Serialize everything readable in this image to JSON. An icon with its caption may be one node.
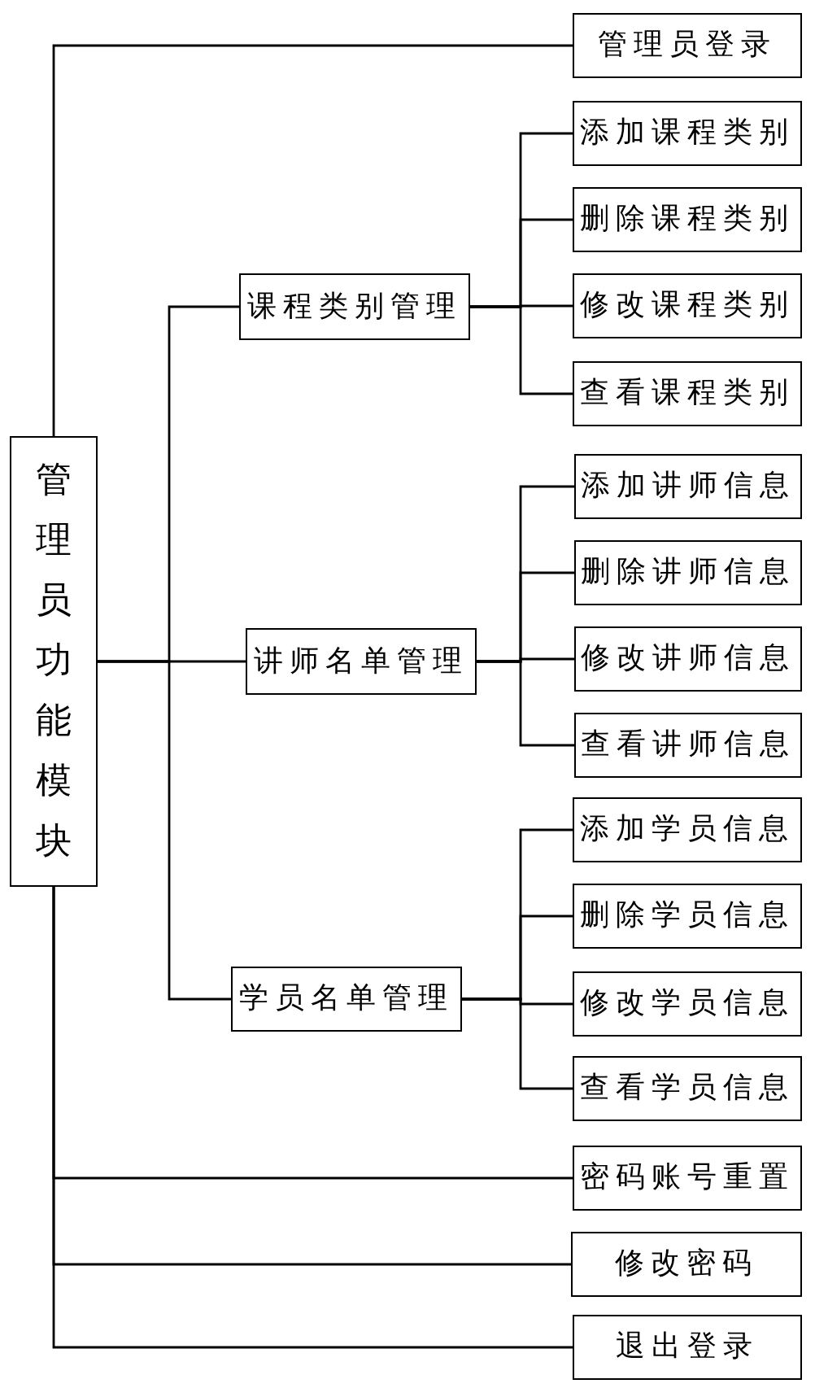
{
  "diagram": {
    "nodes": [
      {
        "text": [
          "管理员功能模块"
        ]
      },
      {
        "text": [
          "管理员登录"
        ]
      },
      {
        "text": [
          "课程类别管理"
        ]
      },
      {
        "text": [
          "添加课程类别"
        ]
      },
      {
        "text": [
          "删除课程类别"
        ]
      },
      {
        "text": [
          "修改课程类别"
        ]
      },
      {
        "text": [
          "查看课程类别"
        ]
      },
      {
        "text": [
          "讲师名单管理"
        ]
      },
      {
        "text": [
          "添加讲师信息"
        ]
      },
      {
        "text": [
          "删除讲师信息"
        ]
      },
      {
        "text": [
          "修改讲师信息"
        ]
      },
      {
        "text": [
          "查看讲师信息"
        ]
      },
      {
        "text": [
          "学员名单管理"
        ]
      },
      {
        "text": [
          "添加学员信息"
        ]
      },
      {
        "text": [
          "删除学员信息"
        ]
      },
      {
        "text": [
          "修改学员信息"
        ]
      },
      {
        "text": [
          "查看学员信息"
        ]
      },
      {
        "text": [
          "密码账号重置"
        ]
      },
      {
        "text": [
          "修改密码"
        ]
      },
      {
        "text": [
          "退出登录"
        ]
      }
    ],
    "edges": [
      {
        "from": 0,
        "to": 1,
        "arrow": "none"
      },
      {
        "from": 0,
        "to": 2,
        "arrow": "none"
      },
      {
        "from": 2,
        "to": 3,
        "arrow": "none"
      },
      {
        "from": 2,
        "to": 4,
        "arrow": "none"
      },
      {
        "from": 2,
        "to": 5,
        "arrow": "none"
      },
      {
        "from": 2,
        "to": 6,
        "arrow": "none"
      },
      {
        "from": 0,
        "to": 7,
        "arrow": "none"
      },
      {
        "from": 7,
        "to": 8,
        "arrow": "none"
      },
      {
        "from": 7,
        "to": 9,
        "arrow": "none"
      },
      {
        "from": 7,
        "to": 10,
        "arrow": "none"
      },
      {
        "from": 7,
        "to": 11,
        "arrow": "none"
      },
      {
        "from": 0,
        "to": 12,
        "arrow": "none"
      },
      {
        "from": 12,
        "to": 13,
        "arrow": "none"
      },
      {
        "from": 12,
        "to": 14,
        "arrow": "none"
      },
      {
        "from": 12,
        "to": 15,
        "arrow": "none"
      },
      {
        "from": 12,
        "to": 16,
        "arrow": "none"
      },
      {
        "from": 0,
        "to": 17,
        "arrow": "none"
      },
      {
        "from": 0,
        "to": 18,
        "arrow": "none"
      },
      {
        "from": 0,
        "to": 19,
        "arrow": "none"
      }
    ]
  }
}
